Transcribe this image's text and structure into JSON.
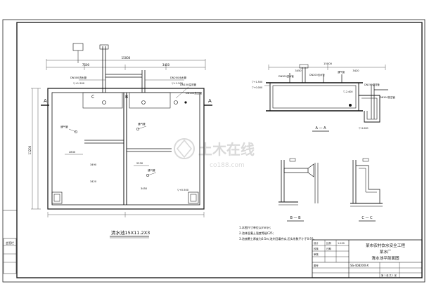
{
  "plan": {
    "title": "清水池15X11.2X3",
    "section_marks": [
      "A",
      "A",
      "B",
      "C"
    ],
    "dim_labels": [
      "7500",
      "3450",
      "3450",
      "3420",
      "3490",
      "15000",
      "11200",
      "2830",
      "2530"
    ],
    "pipe_labels": [
      "DN300进水管",
      "DN200出水管",
      "DN150溢流管",
      "DN100放空管",
      "通气管",
      "通气管",
      "通气管"
    ],
    "elev_labels": [
      "▽+1.500",
      "▽+1.500",
      "▽+0.500"
    ]
  },
  "section_aa": {
    "label": "A — A",
    "pipe_labels": [
      "DN300进水管",
      "DN200出水管",
      "通气管",
      "DN150溢流管",
      "DN100放空管"
    ],
    "elev_labels": [
      "▽+1.500",
      "▽+0.000",
      "▽-3.000",
      "▽-2.400"
    ],
    "dim_labels": [
      "15000",
      "3450",
      "3420"
    ]
  },
  "section_bb": {
    "label": "B — B"
  },
  "section_cc": {
    "label": "C — C"
  },
  "notes": [
    "1.本图尺寸单位以mm计;",
    "2.池体混凝土强度等级C25;",
    "3.池底覆土厚度为0.5m,池外回填夯实,压实系数不小于0.93。"
  ],
  "title_block": {
    "project": "某市农村饮水安全工程",
    "plant": "某水厂",
    "drawing": "清水池平剖面图",
    "number": "SS-408XXX-X",
    "cells": [
      "设计",
      "校核",
      "审核",
      "比例",
      "1:100",
      "日期",
      "图号",
      "第 1 张  共 1 张"
    ]
  },
  "stamp": {
    "text": "会签栏"
  },
  "watermark": {
    "brand": "土木在线",
    "url": "co188.com"
  }
}
